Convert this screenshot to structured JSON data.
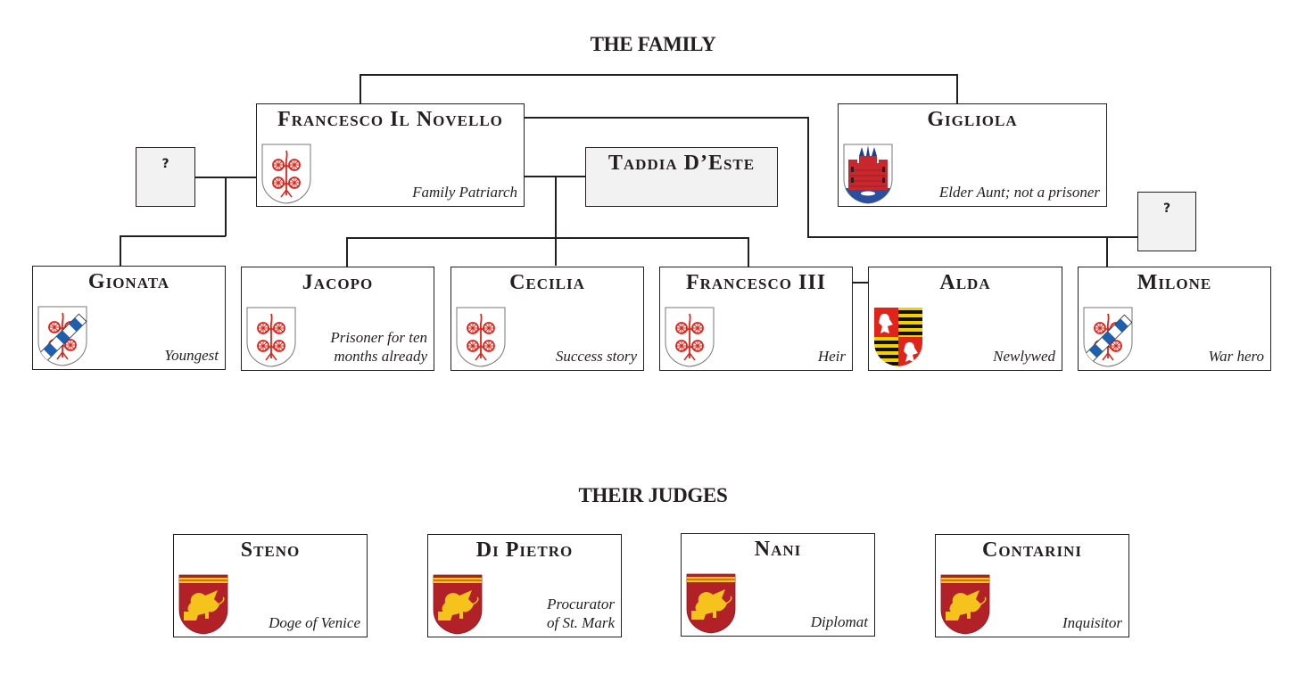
{
  "headings": {
    "family": "THE FAMILY",
    "judges": "THEIR JUDGES"
  },
  "unknown_label": "?",
  "family": {
    "francesco_il_novello": {
      "name": "Francesco Il Novello",
      "note": "Family Patriarch",
      "arms": "carrara-wheels"
    },
    "gigliola": {
      "name": "Gigliola",
      "note": "Elder Aunt; not a prisoner",
      "arms": "red-castle-on-blue-water"
    },
    "taddia": {
      "name": "Taddia D’Este"
    },
    "children": [
      {
        "name": "Gionata",
        "note": "Youngest",
        "arms": "carrara-wheels-with-bend"
      },
      {
        "name": "Jacopo",
        "note": "Prisoner for ten months already",
        "note_lines": [
          "Prisoner for ten",
          "months already"
        ],
        "arms": "carrara-wheels"
      },
      {
        "name": "Cecilia",
        "note": "Success story",
        "arms": "carrara-wheels"
      },
      {
        "name": "Francesco III",
        "note": "Heir",
        "arms": "carrara-wheels"
      },
      {
        "name": "Alda",
        "note": "Newlywed",
        "arms": "quartered-lions-and-bars"
      },
      {
        "name": "Milone",
        "note": "War hero",
        "arms": "carrara-wheels-with-bend"
      }
    ]
  },
  "judges": [
    {
      "name": "Steno",
      "note": "Doge of Venice",
      "arms": "lion-of-st-mark"
    },
    {
      "name": "Di Pietro",
      "note": "Procurator of St. Mark",
      "note_lines": [
        "Procurator",
        "of St. Mark"
      ],
      "arms": "lion-of-st-mark"
    },
    {
      "name": "Nani",
      "note": "Diplomat",
      "arms": "lion-of-st-mark"
    },
    {
      "name": "Contarini",
      "note": "Inquisitor",
      "arms": "lion-of-st-mark"
    }
  ],
  "colors": {
    "ink": "#231f20",
    "unknown_fill": "#f2f2f2",
    "carrara_red": "#e2231a",
    "venice_red": "#b22028",
    "venice_gold": "#f5c31c",
    "bend_blue": "#1f5fb0",
    "castle_red": "#c8282d",
    "water_blue": "#2b4fa0"
  }
}
